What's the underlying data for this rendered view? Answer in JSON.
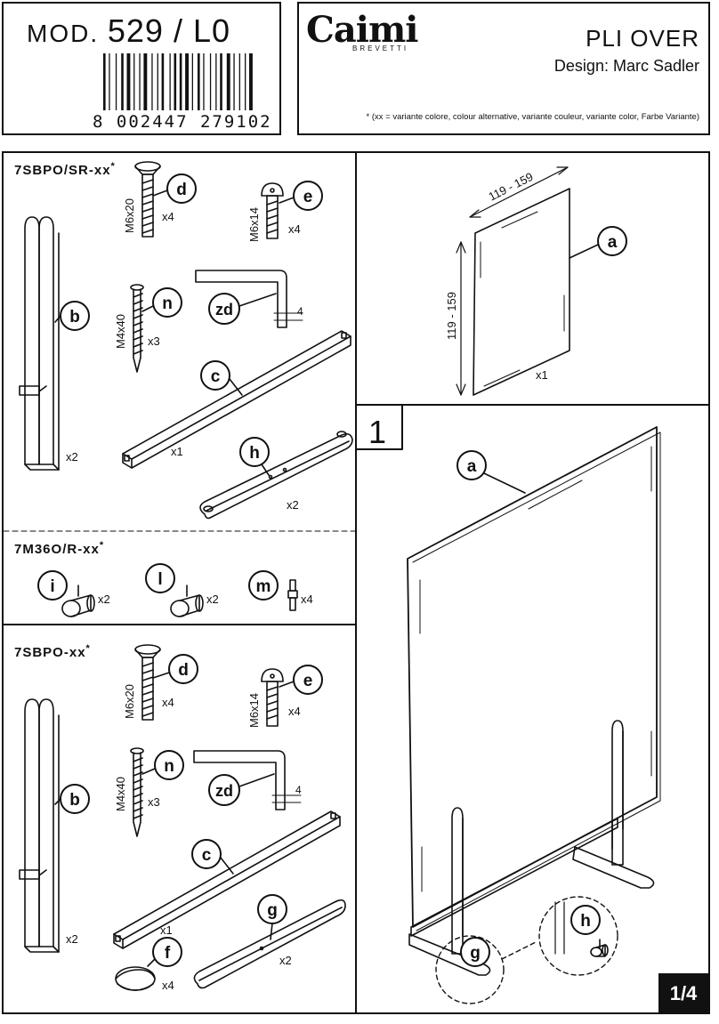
{
  "header": {
    "model_prefix": "MOD.",
    "model_number": "529 / L0",
    "barcode_digits": "8 002447 279102",
    "brand": "Caimi",
    "brand_sub": "BREVETTI",
    "product_name": "PLI OVER",
    "designer": "Design: Marc Sadler",
    "variant_note": "* (xx = variante colore, colour alternative, variante couleur, variante color, Farbe Variante)"
  },
  "sections": [
    {
      "code": "7SBPO/SR-xx",
      "marker": "*"
    },
    {
      "code": "7M36O/R-xx",
      "marker": "*"
    },
    {
      "code": "7SBPO-xx",
      "marker": "*"
    }
  ],
  "parts": {
    "a": "a",
    "b": "b",
    "c": "c",
    "d": "d",
    "e": "e",
    "f": "f",
    "g": "g",
    "h": "h",
    "i": "i",
    "l": "l",
    "m": "m",
    "n": "n",
    "zd": "zd"
  },
  "labels": {
    "m6x20": "M6x20",
    "m6x14": "M6x14",
    "m4x40": "M4x40",
    "x1": "x1",
    "x2": "x2",
    "x3": "x3",
    "x4": "x4",
    "dim_width": "119 - 159",
    "dim_height": "119 - 159",
    "hex_size": "4"
  },
  "step": {
    "number": "1",
    "page": "1/4"
  }
}
